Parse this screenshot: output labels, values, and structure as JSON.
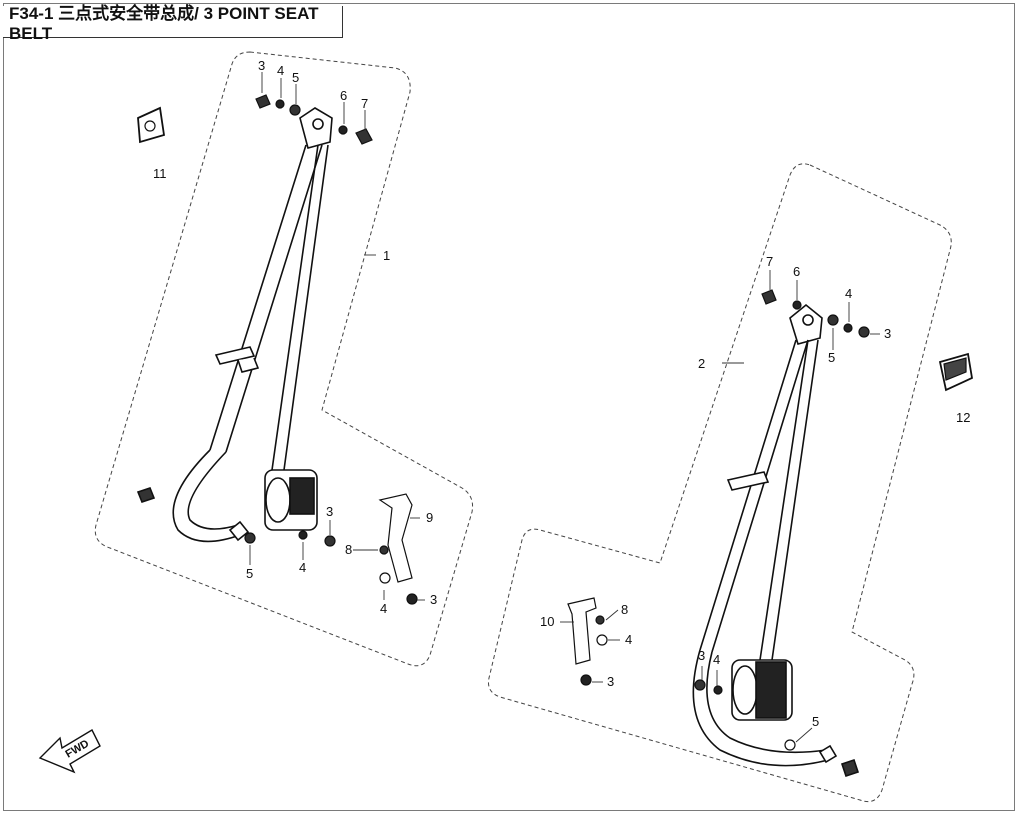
{
  "diagram": {
    "title": "F34-1 三点式安全带总成/ 3 POINT SEAT BELT",
    "direction_label": "FWD",
    "callouts": [
      {
        "id": "c-l3",
        "text": "3"
      },
      {
        "id": "c-l4",
        "text": "4"
      },
      {
        "id": "c-l5",
        "text": "5"
      },
      {
        "id": "c-l6",
        "text": "6"
      },
      {
        "id": "c-l7",
        "text": "7"
      },
      {
        "id": "c-l11",
        "text": "11"
      },
      {
        "id": "c-l1",
        "text": "1"
      },
      {
        "id": "c-l3b",
        "text": "3"
      },
      {
        "id": "c-l9",
        "text": "9"
      },
      {
        "id": "c-l8",
        "text": "8"
      },
      {
        "id": "c-l4b",
        "text": "4"
      },
      {
        "id": "c-l5b",
        "text": "5"
      },
      {
        "id": "c-l4c",
        "text": "4"
      },
      {
        "id": "c-l3c",
        "text": "3"
      },
      {
        "id": "c-r7",
        "text": "7"
      },
      {
        "id": "c-r6",
        "text": "6"
      },
      {
        "id": "c-r4",
        "text": "4"
      },
      {
        "id": "c-r3",
        "text": "3"
      },
      {
        "id": "c-r5",
        "text": "5"
      },
      {
        "id": "c-r2",
        "text": "2"
      },
      {
        "id": "c-r12",
        "text": "12"
      },
      {
        "id": "c-r10",
        "text": "10"
      },
      {
        "id": "c-r8",
        "text": "8"
      },
      {
        "id": "c-r4b",
        "text": "4"
      },
      {
        "id": "c-r3b",
        "text": "3"
      },
      {
        "id": "c-r4c",
        "text": "4"
      },
      {
        "id": "c-r3c",
        "text": "3"
      },
      {
        "id": "c-r5b",
        "text": "5"
      }
    ]
  }
}
